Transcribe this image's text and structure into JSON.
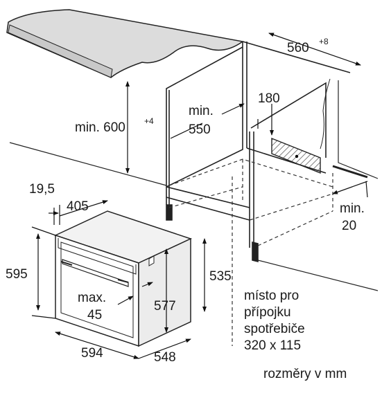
{
  "diagram": {
    "labels": {
      "cabinet_width": "560",
      "cabinet_width_tol": "+8",
      "cabinet_height": "min. 600",
      "cabinet_height_tol": "+4",
      "inner_depth_1": "min.",
      "inner_depth_2": "550",
      "vent_depth": "180",
      "side_gap_1": "min.",
      "side_gap_2": "20",
      "front_offset": "19,5",
      "top_depth": "405",
      "oven_height": "595",
      "oven_width": "594",
      "oven_depth": "548",
      "body_height": "535",
      "inner_height": "577",
      "handle_1": "max.",
      "handle_2": "45"
    },
    "connection_note": [
      "místo pro",
      "přípojku",
      "spotřebiče",
      "320 x 115"
    ],
    "units_note": "rozměry v mm"
  }
}
